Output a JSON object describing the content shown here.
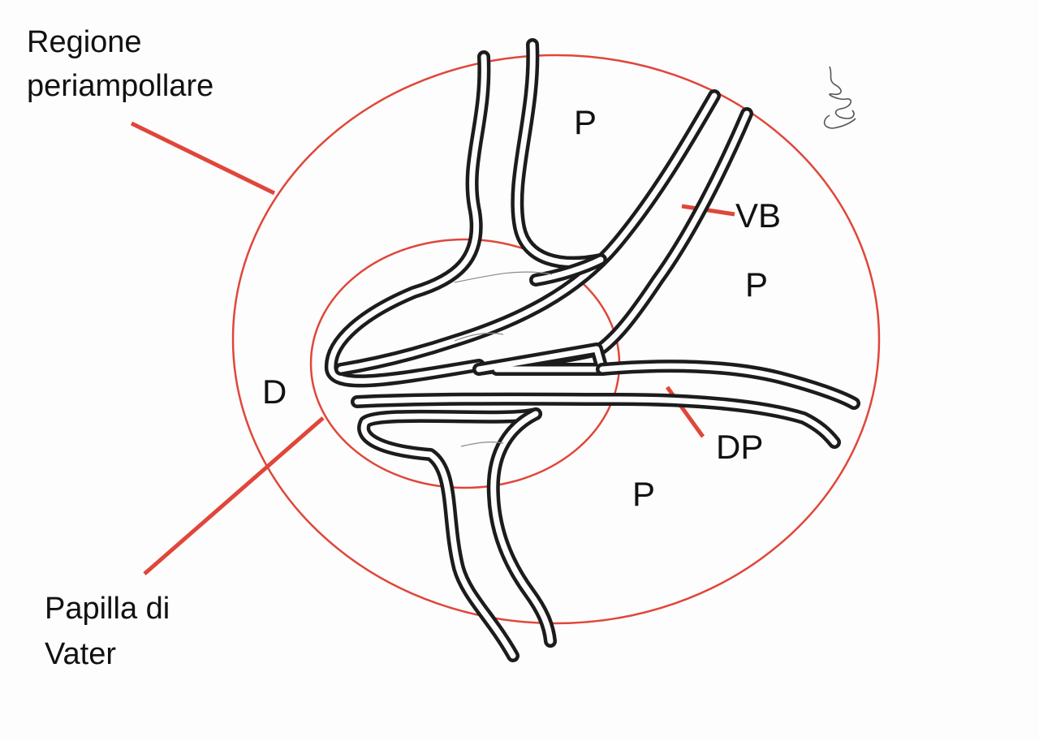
{
  "labels": {
    "regione_line1": "Regione",
    "regione_line2": "periampollare",
    "papilla_line1": "Papilla di",
    "papilla_line2": "Vater",
    "p_top": "P",
    "p_right": "P",
    "p_bottom": "P",
    "vb": "VB",
    "d": "D",
    "dp": "DP"
  },
  "colors": {
    "annotation_red": "#e0463a",
    "duct_outline": "#1c1c1c",
    "background": "#fdfdfd"
  }
}
